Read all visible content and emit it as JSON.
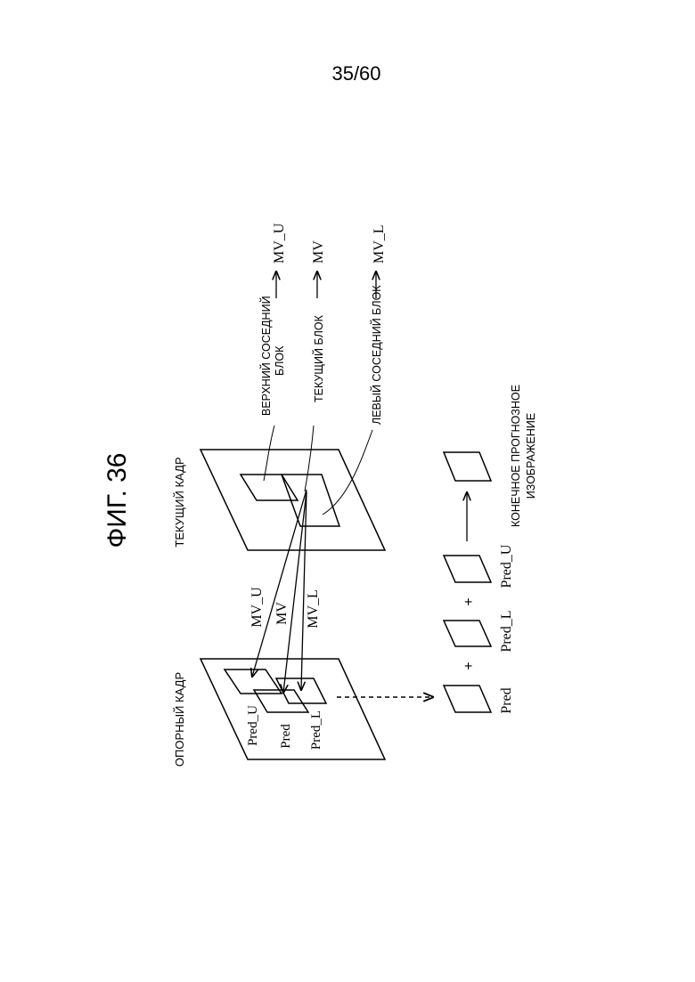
{
  "page": {
    "number": "35/60"
  },
  "figure": {
    "title": "ФИГ. 36",
    "current_frame": {
      "label": "ТЕКУЩИЙ КАДР",
      "upper_block_label_line1": "ВЕРХНИЙ СОСЕДНИЙ",
      "upper_block_label_line2": "БЛОК",
      "current_block_label": "ТЕКУЩИЙ БЛОК",
      "left_block_label": "ЛЕВЫЙ СОСЕДНИЙ БЛОК",
      "mv_u": "MV_U",
      "mv": "MV",
      "mv_l": "MV_L"
    },
    "reference_frame": {
      "label": "ОПОРНЫЙ КАДР",
      "pred_u": "Pred_U",
      "pred": "Pred",
      "pred_l": "Pred_L"
    },
    "motion_vectors": {
      "mv_u": "MV_U",
      "mv": "MV",
      "mv_l": "MV_L"
    },
    "combination": {
      "pred": "Pred",
      "pred_l": "Pred_L",
      "pred_u": "Pred_U",
      "plus": "+",
      "result_line1": "КОНЕЧНОЕ ПРОГНОЗНОЕ",
      "result_line2": "ИЗОБРАЖЕНИЕ"
    }
  }
}
